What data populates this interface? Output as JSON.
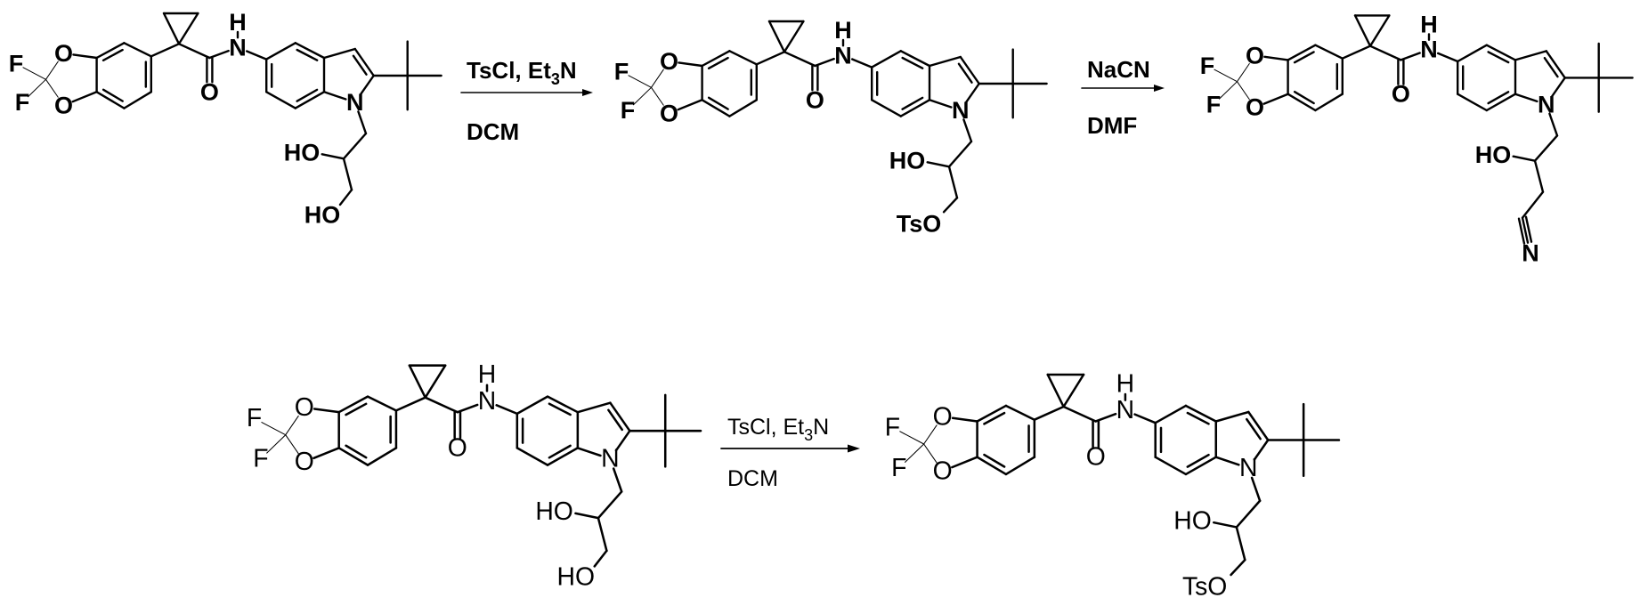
{
  "top_row": {
    "step1": {
      "reagent_main": "TsCl, Et",
      "reagent_sub": "3",
      "reagent_suffix": "N",
      "solvent": "DCM"
    },
    "step2": {
      "reagent": "NaCN",
      "solvent": "DMF"
    }
  },
  "bottom_row": {
    "step1": {
      "reagent_main": "TsCl, Et",
      "reagent_sub": "3",
      "reagent_suffix": "N",
      "solvent": "DCM"
    }
  },
  "molecules": [
    {
      "id": "diol-top",
      "labels": {
        "f1": "F",
        "f2": "F",
        "o1": "O",
        "o2": "O",
        "carbonyl_o": "O",
        "amide_n": "N",
        "amide_h": "H",
        "indole_n": "N",
        "hydroxyl": "HO",
        "terminal": "HO"
      },
      "terminal_type": "hydroxyl"
    },
    {
      "id": "tosylate-top",
      "labels": {
        "f1": "F",
        "f2": "F",
        "o1": "O",
        "o2": "O",
        "carbonyl_o": "O",
        "amide_n": "N",
        "amide_h": "H",
        "indole_n": "N",
        "hydroxyl": "HO",
        "terminal": "TsO"
      },
      "terminal_type": "tosylate"
    },
    {
      "id": "nitrile-top",
      "labels": {
        "f1": "F",
        "f2": "F",
        "o1": "O",
        "o2": "O",
        "carbonyl_o": "O",
        "amide_n": "N",
        "amide_h": "H",
        "indole_n": "N",
        "hydroxyl": "HO",
        "terminal": "N"
      },
      "terminal_type": "nitrile"
    },
    {
      "id": "diol-bottom",
      "labels": {
        "f1": "F",
        "f2": "F",
        "o1": "O",
        "o2": "O",
        "carbonyl_o": "O",
        "amide_n": "N",
        "amide_h": "H",
        "indole_n": "N",
        "hydroxyl": "HO",
        "terminal": "HO"
      },
      "terminal_type": "hydroxyl"
    },
    {
      "id": "tosylate-bottom",
      "labels": {
        "f1": "F",
        "f2": "F",
        "o1": "O",
        "o2": "O",
        "carbonyl_o": "O",
        "amide_n": "N",
        "amide_h": "H",
        "indole_n": "N",
        "hydroxyl": "HO",
        "terminal": "TsO"
      },
      "terminal_type": "tosylate"
    }
  ]
}
